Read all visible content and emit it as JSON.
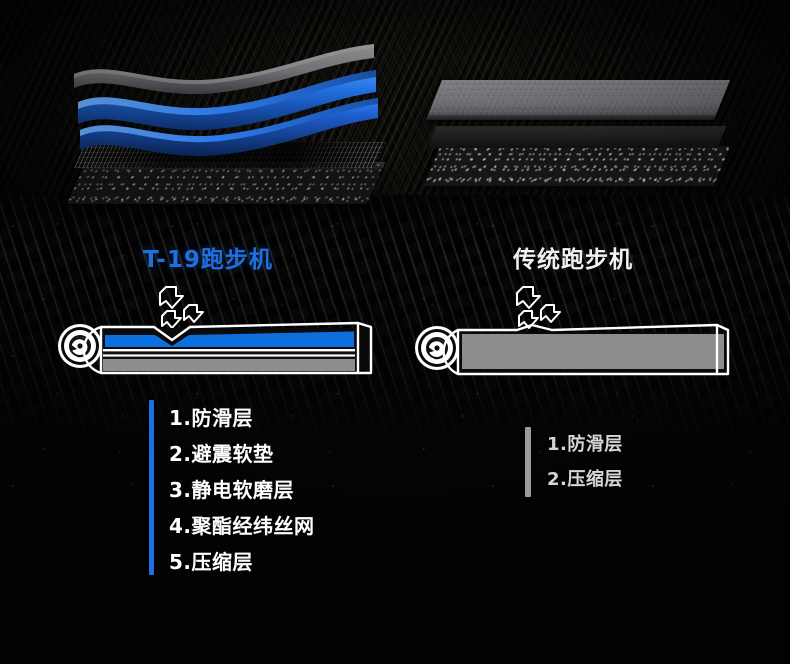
{
  "page": {
    "background_color": "#050505",
    "accent_blue": "#1f6fe0",
    "accent_gray": "#9a9a9a"
  },
  "products": {
    "left": {
      "title": "T-19跑步机",
      "title_color": "#1f6fe0",
      "render_name": "exploded-layer-render-t19",
      "belt_name": "belt-cross-section-t19",
      "bar_color": "#1f6fe0",
      "layers": [
        "1.防滑层",
        "2.避震软垫",
        "3.静电软磨层",
        "4.聚酯经纬丝网",
        "5.压缩层"
      ]
    },
    "right": {
      "title": "传统跑步机",
      "title_color": "#f2f2f2",
      "render_name": "exploded-layer-render-traditional",
      "belt_name": "belt-cross-section-traditional",
      "bar_color": "#9a9a9a",
      "layers": [
        "1.防滑层",
        "2.压缩层"
      ]
    }
  },
  "icons": {
    "roller": "roller-wheel-icon",
    "pressure_arrows": "downward-pressure-arrows-icon"
  }
}
